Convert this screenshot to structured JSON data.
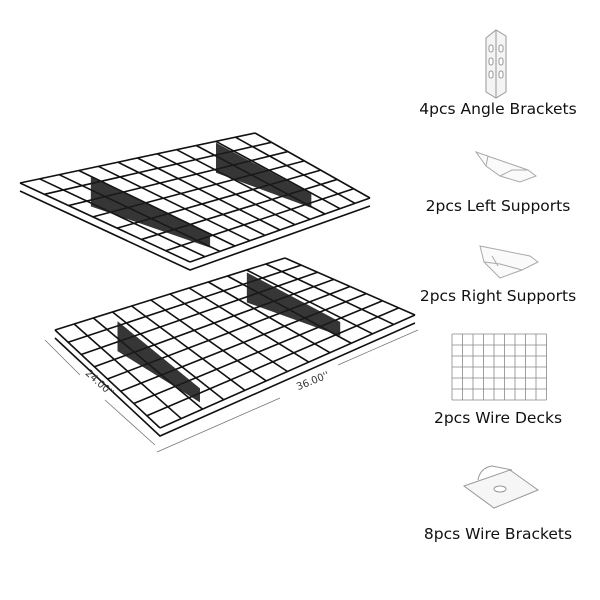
{
  "dimensions": {
    "depth": "24.00''",
    "width": "36.00''"
  },
  "parts": [
    {
      "label": "4pcs Angle Brackets",
      "icon": "angle-bracket-icon"
    },
    {
      "label": "2pcs Left Supports",
      "icon": "left-support-icon"
    },
    {
      "label": "2pcs Right Supports",
      "icon": "right-support-icon"
    },
    {
      "label": "2pcs Wire Decks",
      "icon": "wire-deck-icon"
    },
    {
      "label": "8pcs Wire Brackets",
      "icon": "wire-bracket-icon"
    }
  ],
  "colors": {
    "wire": "#111111",
    "icon_line": "#aaaaaa"
  }
}
